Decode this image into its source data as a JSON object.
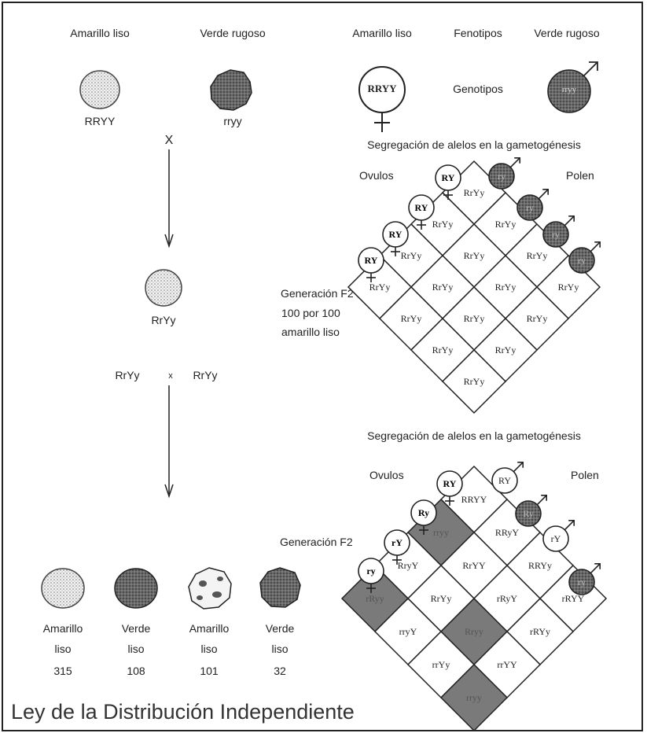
{
  "top_left": {
    "parent1_label": "Amarillo liso",
    "parent1_genotype": "RRYY",
    "parent2_label": "Verde rugoso",
    "parent2_genotype": "rryy",
    "cross_symbol": "X",
    "f1_genotype": "RrYy",
    "self_cross_left": "RrYy",
    "self_cross_symbol": "x",
    "self_cross_right": "RrYy"
  },
  "top_right": {
    "female_phenotype": "Amarillo liso",
    "phenotypes_label": "Fenotipos",
    "male_phenotype": "Verde rugoso",
    "genotypes_label": "Genotipos",
    "female_genotype": "RRYY",
    "male_genotype": "rryy",
    "segregation_label": "Segregación de alelos en la gametogénesis",
    "ovules_label": "Ovulos",
    "pollen_label": "Polen",
    "ovule_gametes": [
      "RY",
      "RY",
      "RY",
      "RY"
    ],
    "pollen_gametes": [
      "ry",
      "ry",
      "ry",
      "ry"
    ],
    "grid_cells": [
      "RrYy",
      "RrYy",
      "RrYy",
      "RrYy",
      "RrYy",
      "RrYy",
      "RrYy",
      "RrYy",
      "RrYy",
      "RrYy",
      "RrYy",
      "RrYy",
      "RrYy",
      "RrYy",
      "RrYy",
      "RrYy"
    ],
    "generation_label": "Generación F2",
    "result_line1": "100 por 100",
    "result_line2": "amarillo liso"
  },
  "bottom_right": {
    "segregation_label": "Segregación de alelos en la gametogénesis",
    "ovules_label": "Ovulos",
    "pollen_label": "Polen",
    "ovule_gametes": [
      "RY",
      "Ry",
      "rY",
      "ry"
    ],
    "pollen_gametes": [
      "RY",
      "Ry",
      "rY",
      "ry"
    ],
    "grid_cells": [
      "RRYY",
      "RRyY",
      "RRYy",
      "rRYY",
      "rryy",
      "RrYY",
      "rRyY",
      "rRYy",
      "RryY",
      "RrYy",
      "Rryy",
      "rrYY",
      "rRyy",
      "rryY",
      "rrYy",
      "rryy"
    ],
    "dark_cells": [
      4,
      10,
      12,
      15
    ],
    "generation_label": "Generación F2"
  },
  "bottom_left": {
    "results": [
      {
        "label1": "Amarillo",
        "label2": "liso",
        "count": "315"
      },
      {
        "label1": "Verde",
        "label2": "liso",
        "count": "108"
      },
      {
        "label1": "Amarillo",
        "label2": "liso",
        "count": "101"
      },
      {
        "label1": "Verde",
        "label2": "liso",
        "count": "32"
      }
    ]
  },
  "title": "Ley de la Distribución Independiente",
  "colors": {
    "line": "#222222",
    "dark_cell": "#7a7a7a",
    "light_pea": "#e8e8e8",
    "dark_pea": "#555555"
  }
}
